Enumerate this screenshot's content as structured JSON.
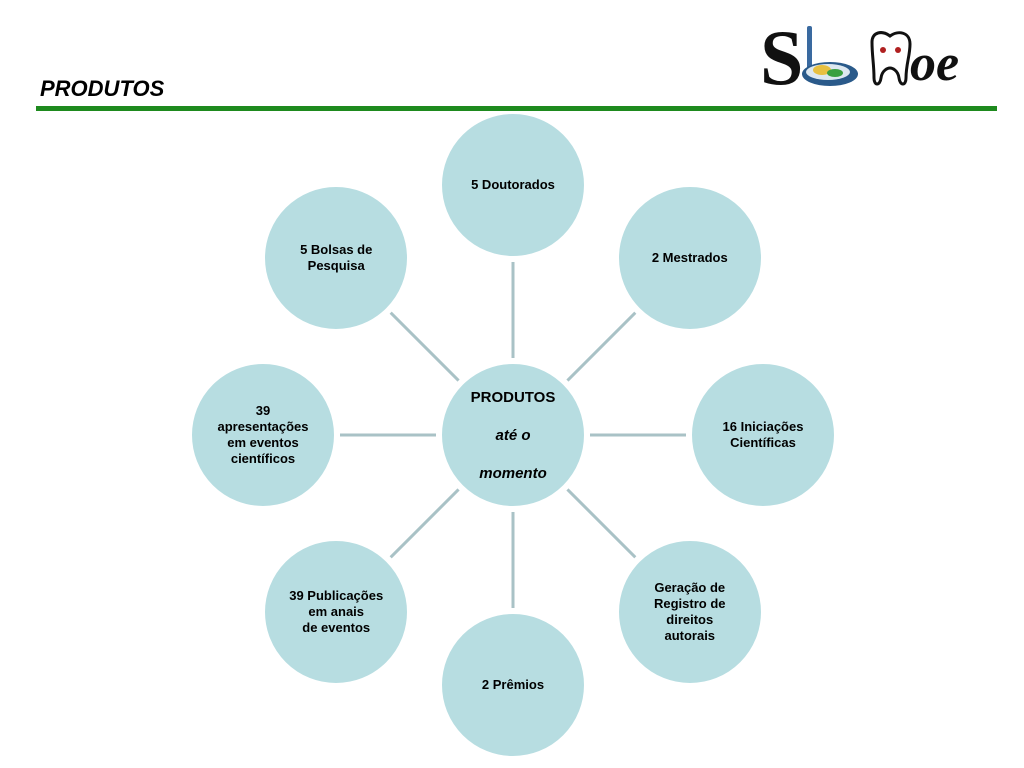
{
  "header": {
    "title": "PRODUTOS"
  },
  "colors": {
    "accent_rule": "#1e8a1e",
    "node_fill": "#b7dde1",
    "node_border": "#ffffff",
    "connector": "#a9c2c6"
  },
  "logo": {
    "icon": "stomatology-logo"
  },
  "diagram": {
    "center": {
      "line1": "PRODUTOS",
      "line2": "até o",
      "line3": "momento"
    },
    "nodes": [
      {
        "id": "doutorados",
        "label": "5 Doutorados"
      },
      {
        "id": "mestrados",
        "label": "2 Mestrados"
      },
      {
        "id": "iniciacoes",
        "label": "16 Iniciações\nCientíficas"
      },
      {
        "id": "registro",
        "label": "Geração de\nRegistro de\ndireitos\nautorais"
      },
      {
        "id": "premios",
        "label": "2 Prêmios"
      },
      {
        "id": "publicacoes",
        "label": "39 Publicações\nem anais\nde eventos"
      },
      {
        "id": "apresentacoes",
        "label": "39\napresentações\nem eventos\ncientíficos"
      },
      {
        "id": "bolsas",
        "label": "5 Bolsas de\nPesquisa"
      }
    ]
  }
}
